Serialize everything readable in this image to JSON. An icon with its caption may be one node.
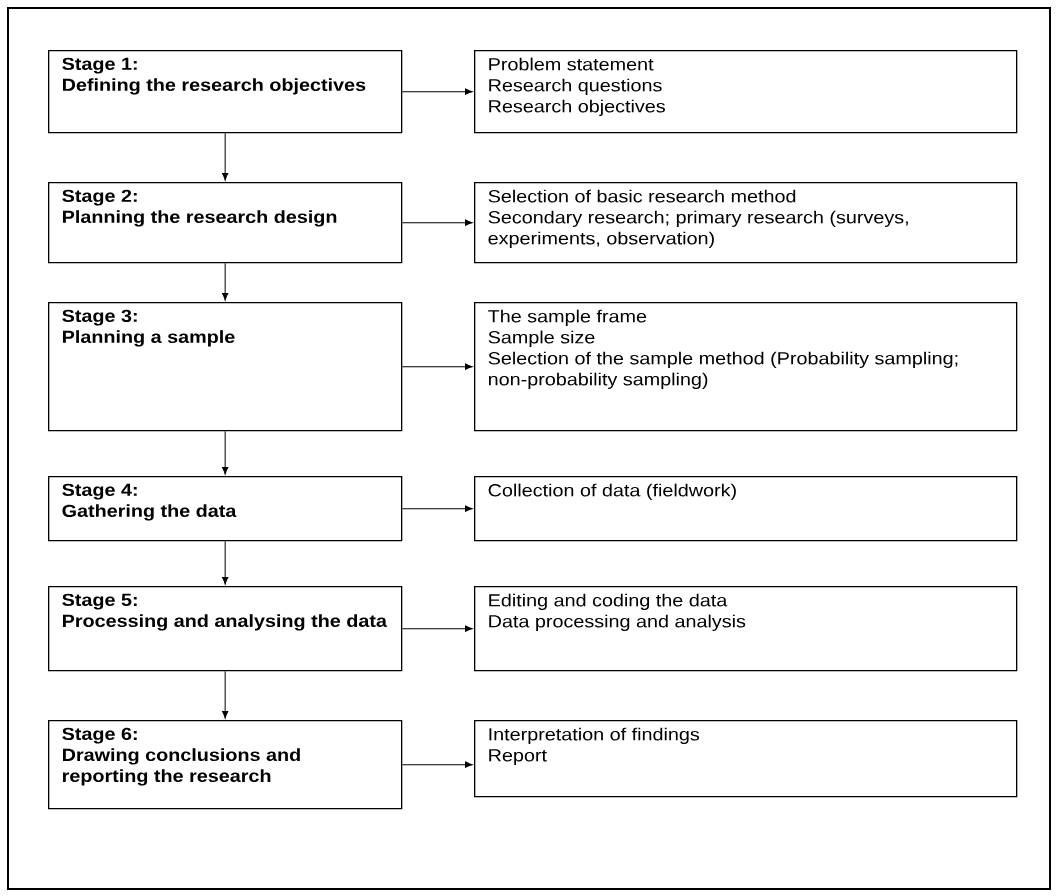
{
  "diagram": {
    "nodes": [
      {
        "text": [
          "Stage 1:",
          "Defining the research objectives"
        ]
      },
      {
        "text": [
          "Problem statement",
          "Research questions",
          "Research objectives"
        ]
      },
      {
        "text": [
          "Stage 2:",
          "Planning the research design"
        ]
      },
      {
        "text": [
          "Selection of basic research method",
          "Secondary research; primary research (surveys, experiments, observation)"
        ]
      },
      {
        "text": [
          "Stage 3:",
          "Planning a sample"
        ]
      },
      {
        "text": [
          "The sample frame",
          "Sample size",
          "Selection of the sample method (Probability sampling; non-probability sampling)"
        ]
      },
      {
        "text": [
          "Stage 4:",
          "Gathering the data"
        ]
      },
      {
        "text": [
          "Collection of data (fieldwork)"
        ]
      },
      {
        "text": [
          "Stage 5:",
          "Processing and analysing the data"
        ]
      },
      {
        "text": [
          "Editing and coding the data",
          "Data processing and analysis"
        ]
      },
      {
        "text": [
          "Stage 6:",
          "Drawing conclusions and reporting the research"
        ]
      },
      {
        "text": [
          "Interpretation of findings",
          "Report"
        ]
      }
    ],
    "edges": [
      {
        "from": 0,
        "to": 1,
        "arrow": "to"
      },
      {
        "from": 0,
        "to": 2,
        "arrow": "to"
      },
      {
        "from": 2,
        "to": 3,
        "arrow": "to"
      },
      {
        "from": 2,
        "to": 4,
        "arrow": "to"
      },
      {
        "from": 4,
        "to": 5,
        "arrow": "to"
      },
      {
        "from": 4,
        "to": 6,
        "arrow": "to"
      },
      {
        "from": 6,
        "to": 7,
        "arrow": "to"
      },
      {
        "from": 6,
        "to": 8,
        "arrow": "to"
      },
      {
        "from": 8,
        "to": 9,
        "arrow": "to"
      },
      {
        "from": 8,
        "to": 10,
        "arrow": "to"
      },
      {
        "from": 10,
        "to": 11,
        "arrow": "to"
      }
    ]
  }
}
